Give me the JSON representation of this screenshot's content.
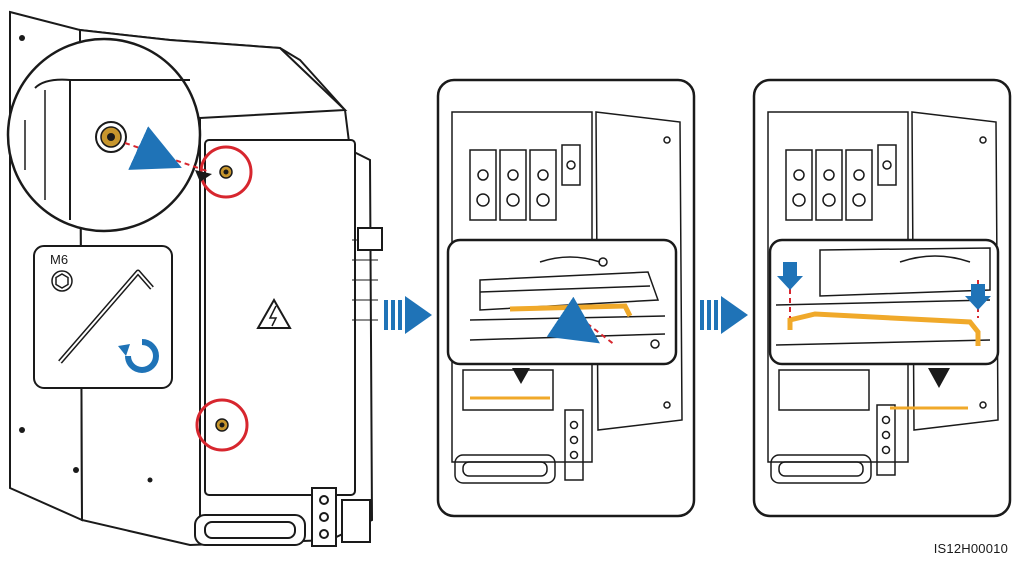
{
  "tool": {
    "size_label": "M6",
    "tool_name": "hex-key"
  },
  "figure": {
    "id": "IS12H00010"
  },
  "colors": {
    "line": "#1a1a1a",
    "highlight_circle": "#d7262e",
    "arrow_blue": "#1f73b7",
    "cable_orange": "#f0a92a",
    "bolt_gold": "#c7962d"
  }
}
